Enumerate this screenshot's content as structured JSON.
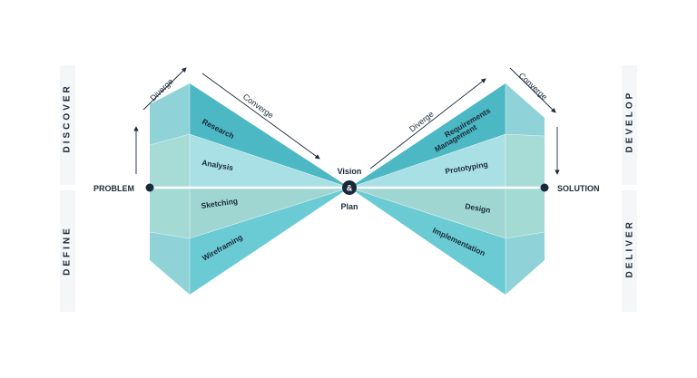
{
  "side_labels": {
    "discover": "DISCOVER",
    "define": "DEFINE",
    "develop": "DEVELOP",
    "deliver": "DELIVER"
  },
  "endpoints": {
    "problem": "PROBLEM",
    "solution": "SOLUTION",
    "vision": "Vision",
    "ampersand": "&",
    "plan": "Plan"
  },
  "arrows": {
    "left_diverge": "Diverge",
    "left_converge": "Converge",
    "right_diverge": "Diverge",
    "right_converge": "Converge"
  },
  "phases": {
    "research": "Research",
    "analysis": "Analysis",
    "sketching": "Sketching",
    "wireframing": "Wireframing",
    "requirements_line1": "Requirements",
    "requirements_line2": "Management",
    "prototyping": "Prototyping",
    "design": "Design",
    "implementation": "Implementation"
  },
  "colors": {
    "dark_teal": "#4bb8c4",
    "mid_teal": "#84d2da",
    "light_teal": "#a9e0e5",
    "pale_teal": "#9fd6d2",
    "navy": "#1b2a3a",
    "tab_bg": "#f4f6f8"
  }
}
